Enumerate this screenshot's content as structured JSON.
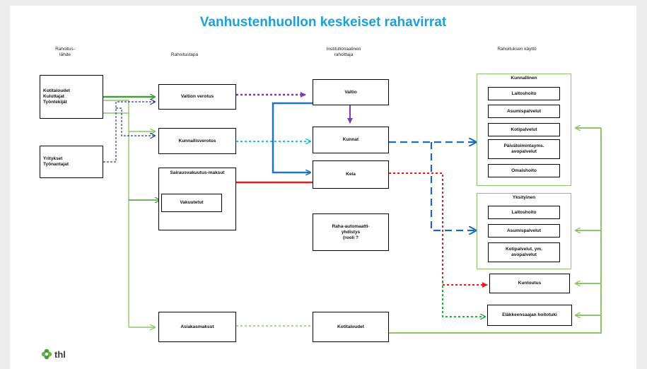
{
  "title": "Vanhustenhuollon keskeiset rahavirrat",
  "headers": {
    "source": "Rahoitus-\nlähde",
    "method": "Rahoitustapa",
    "institutional": "Institutionaalinen\nrahoittaja",
    "usage": "Rahoituksen käyttö"
  },
  "sources": {
    "households": "Kotitaloudet\nKuluttajat\nTyöntekijät",
    "companies": "Yritykset\nTyönantajat"
  },
  "methods": {
    "state_tax": "Valtion verotus",
    "municipal_tax": "Kunnallisverotus",
    "health_insurance": "Sairausvakuutus-maksut",
    "insured": "Vakuutetut",
    "client_fees": "Asiakasmaksut"
  },
  "funders": {
    "state": "Valtio",
    "municipalities": "Kunnat",
    "kela": "Kela",
    "ray": "Raha-automaatti-\nyhdistys\n(rooli ?",
    "households": "Kotitaloudet"
  },
  "usage": {
    "municipal_group": "Kunnallinen",
    "municipal_items": [
      "Laitoshoito",
      "Asumispalvelut",
      "Kotipalvelut",
      "Päivätoimintayms.\navopalvelut",
      "Omaishoito"
    ],
    "private_group": "Yksityinen",
    "private_items": [
      "Laitoshoito",
      "Asumispalvelut",
      "Kotipalvelut, ym.\navopalvelut"
    ],
    "rehab": "Kuntoutus",
    "pension_care": "Eläkkeensaajan hoitotuki"
  },
  "logo": {
    "text": "thl",
    "icon": "thl-flower-logo-icon"
  },
  "colors": {
    "title": "#1ba1d6",
    "green": "#8cc66c",
    "dark_green": "#4a9a3c",
    "purple": "#7a3fb0",
    "light_blue": "#2bb5ea",
    "blue": "#1f72c4",
    "dashed_blue": "#1f68b8",
    "red": "#e02020",
    "dotted_green": "#23a84a"
  }
}
